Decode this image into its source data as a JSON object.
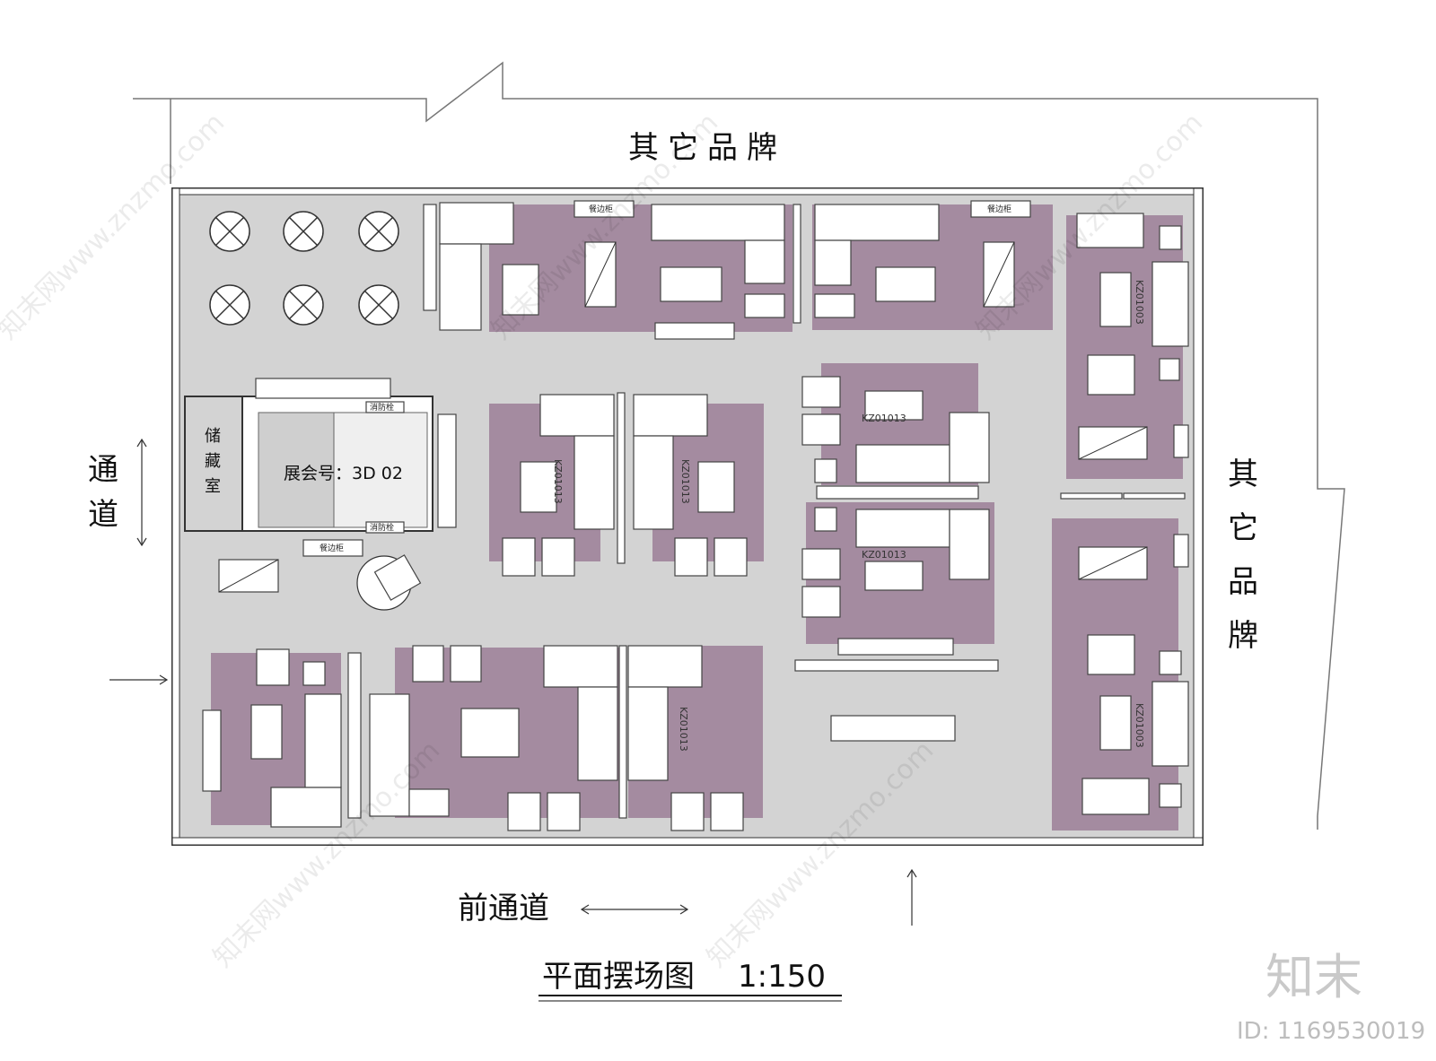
{
  "labels": {
    "top_brand": "其它品牌",
    "right_brand": "其它品牌",
    "left_passage": "通道",
    "front_passage": "前通道",
    "storage_room": "储藏室",
    "booth_number": "展会号：3D 02",
    "fire_hydrant_1": "消防栓",
    "fire_hydrant_2": "消防栓",
    "sideboard": "餐边柜",
    "plan_title": "平面摆场图",
    "scale": "1:150"
  },
  "model_codes": {
    "a": "KZ01013",
    "b": "KZ01013",
    "c": "KZ01013",
    "d": "KZ01013",
    "e": "KZ01013",
    "f": "KZ01003",
    "g": "KZ01003"
  },
  "watermark": {
    "logo_text": "知末",
    "id_text": "ID: 1169530019",
    "site_text": "知末网www.znzmo.com"
  },
  "colors": {
    "floor": "#d3d3d3",
    "rug": "#a48ba0",
    "wall": "#555555"
  }
}
